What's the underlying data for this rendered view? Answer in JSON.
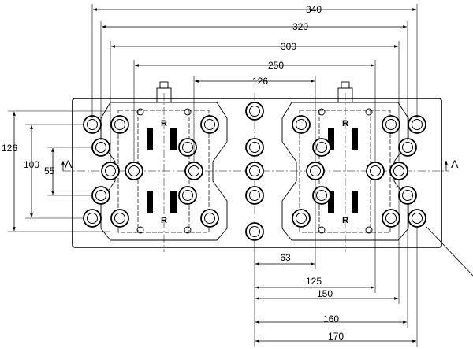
{
  "dimensions_top": [
    "340",
    "320",
    "300",
    "250",
    "126"
  ],
  "dimensions_bottom": [
    "63",
    "125",
    "150",
    "160",
    "170"
  ],
  "dimensions_left": [
    "126",
    "100",
    "55"
  ],
  "section_marker": "A",
  "fixture_marks": {
    "left_top": "R",
    "left_bottom": "R",
    "right_top": "R",
    "right_bottom": "R"
  }
}
